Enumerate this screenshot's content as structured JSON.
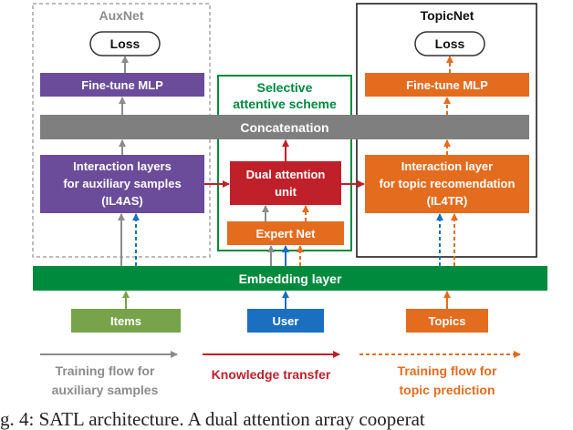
{
  "panels": {
    "auxnet": "AuxNet",
    "selective": [
      "Selective",
      "attentive scheme"
    ],
    "topicnet": "TopicNet"
  },
  "nodes": {
    "loss_left": "Loss",
    "loss_right": "Loss",
    "finetune_left": "Fine-tune MLP",
    "finetune_right": "Fine-tune MLP",
    "concat": "Concatenation",
    "il4as": [
      "Interaction layers",
      "for auxiliary samples",
      "(IL4AS)"
    ],
    "dual": [
      "Dual attention",
      "unit"
    ],
    "il4tr": [
      "Interaction layer",
      "for topic recomendation",
      "(IL4TR)"
    ],
    "expert": "Expert Net",
    "embedding": "Embedding layer",
    "items": "Items",
    "user": "User",
    "topics": "Topics"
  },
  "legend": {
    "gray": [
      "Training flow for",
      "auxiliary samples"
    ],
    "red": "Knowledge transfer",
    "orange": [
      "Training flow for",
      "topic prediction"
    ]
  },
  "caption": "g. 4: SATL architecture. A dual attention array cooperat",
  "colors": {
    "purple": "#6b4c9a",
    "gray": "#7f7f7f",
    "red": "#c0202a",
    "orange": "#e46c1f",
    "green": "#008a3e",
    "olive": "#77a44a",
    "blue": "#1a6fc0",
    "navy": "#1f3864"
  }
}
